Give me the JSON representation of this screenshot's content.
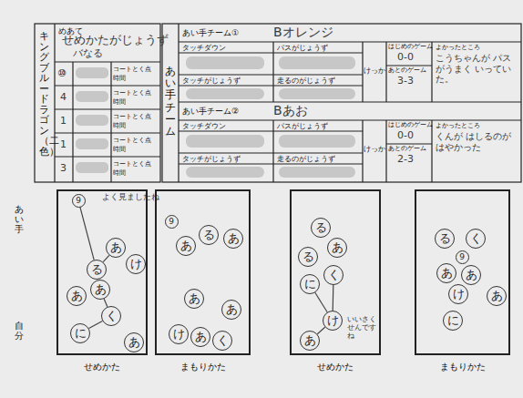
{
  "diagram": {
    "nodes": [
      {
        "text": [
          "せめかた"
        ]
      },
      {
        "text": [
          "9"
        ],
        "in": 0
      },
      {
        "text": [
          "あ"
        ],
        "in": 0
      },
      {
        "text": [
          "け"
        ],
        "in": 0
      },
      {
        "text": [
          "る"
        ],
        "in": 0
      },
      {
        "text": [
          "あ"
        ],
        "in": 0
      },
      {
        "text": [
          "あ"
        ],
        "in": 0
      },
      {
        "text": [
          "く"
        ],
        "in": 0
      },
      {
        "text": [
          "に"
        ],
        "in": 0
      },
      {
        "text": [
          "あ"
        ],
        "in": 0
      },
      {
        "text": [
          "まもりかた"
        ]
      },
      {
        "text": [
          "9"
        ],
        "in": 10
      },
      {
        "text": [
          "あ"
        ],
        "in": 10
      },
      {
        "text": [
          "る"
        ],
        "in": 10
      },
      {
        "text": [
          "あ"
        ],
        "in": 10
      },
      {
        "text": [
          "あ"
        ],
        "in": 10
      },
      {
        "text": [
          "あ"
        ],
        "in": 10
      },
      {
        "text": [
          "け"
        ],
        "in": 10
      },
      {
        "text": [
          "あ"
        ],
        "in": 10
      },
      {
        "text": [
          "く"
        ],
        "in": 10
      },
      {
        "text": [
          "せめかた"
        ]
      },
      {
        "text": [
          "る"
        ],
        "in": 20
      },
      {
        "text": [
          "る"
        ],
        "in": 20
      },
      {
        "text": [
          "あ"
        ],
        "in": 20
      },
      {
        "text": [
          "く"
        ],
        "in": 20
      },
      {
        "text": [
          "に"
        ],
        "in": 20
      },
      {
        "text": [
          "け"
        ],
        "in": 20
      },
      {
        "text": [
          "あ"
        ],
        "in": 20
      },
      {
        "text": [
          "まもりかた"
        ]
      },
      {
        "text": [
          "る"
        ],
        "in": 28
      },
      {
        "text": [
          "く"
        ],
        "in": 28
      },
      {
        "text": [
          "9"
        ],
        "in": 28
      },
      {
        "text": [
          "あ"
        ],
        "in": 28
      },
      {
        "text": [
          "あ"
        ],
        "in": 28
      },
      {
        "text": [
          "け"
        ],
        "in": 28
      },
      {
        "text": [
          "あ"
        ],
        "in": 28
      },
      {
        "text": [
          "に"
        ],
        "in": 28
      }
    ],
    "edges": [
      {
        "from": 1,
        "to": 4,
        "arrow": "none"
      },
      {
        "from": 4,
        "to": 2,
        "arrow": "none"
      },
      {
        "from": 6,
        "to": 7,
        "arrow": "none"
      },
      {
        "from": 7,
        "to": 8,
        "arrow": "none"
      },
      {
        "from": 26,
        "to": 25,
        "arrow": "none"
      },
      {
        "from": 26,
        "to": 24,
        "arrow": "none"
      },
      {
        "from": 26,
        "to": 27,
        "arrow": "none"
      }
    ],
    "labels": [
      "めあて",
      "せめかたがじょうず",
      "バなる",
      "キングブルードラゴン（二色）",
      "⑩",
      "コートとく点",
      "時間",
      "4",
      "コートとく点",
      "時間",
      "1",
      "コートとく点",
      "時間",
      "1",
      "コートとく点",
      "時間",
      "3",
      "コートとく点",
      "時間",
      "あい手チーム",
      "あい手チーム①",
      "Bオレンジ",
      "タッチダウン",
      "パスがじょうず",
      "タッチがじょうず",
      "走るのがじょうず",
      "けっか",
      "はじめのゲーム",
      "0-0",
      "あとのゲーム",
      "3-3",
      "よかったところ",
      "こうちゃんが パスがうまく いっていた。",
      "あい手チーム②",
      "Bあお",
      "タッチダウン",
      "パスがじょうず",
      "タッチがじょうず",
      "走るのがじょうず",
      "けっか",
      "はじめのゲーム",
      "0-0",
      "あとのゲーム",
      "2-3",
      "よかったところ",
      "くんが はしるのが はやかった",
      "あい手",
      "自分",
      "よく見ましたね",
      "いいさくせんですね"
    ]
  }
}
